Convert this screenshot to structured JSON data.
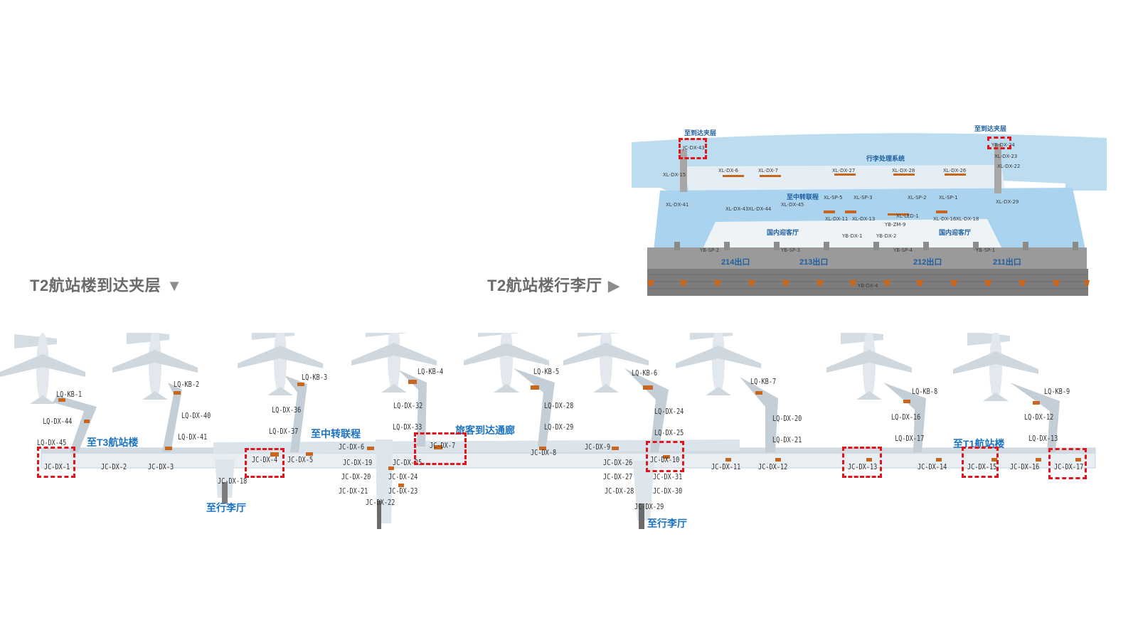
{
  "titles": {
    "arrival_mezzanine": "T2航站楼到达夹层",
    "baggage_hall": "T2航站楼行李厅",
    "arrow_down": "▼",
    "arrow_right": "▶"
  },
  "colors": {
    "highlight": "#e1151b",
    "accent_blue": "#1b73c2",
    "corridor": "#e9eef2",
    "baggage_floor": "#bfdff2",
    "orange_marker": "#c8661e"
  },
  "baggage_hall": {
    "top_labels": [
      "至到达夹层",
      "至到达夹层"
    ],
    "system_label": "行李处理系统",
    "transfer_label": "至中转联程",
    "domestic_waiting": [
      "国内迎客厅",
      "国内迎客厅"
    ],
    "exits": [
      "214出口",
      "213出口",
      "212出口",
      "211出口"
    ],
    "codes": [
      "JC-DX-43",
      "YB-DX-24",
      "XL-DX-23",
      "XL-DX-22",
      "XL-DX-15",
      "XL-DX-6",
      "XL-DX-7",
      "XL-DX-27",
      "XL-DX-28",
      "XL-DX-26",
      "XL-SP-5",
      "XL-SP-3",
      "XL-SP-2",
      "XL-SP-1",
      "XL-DX-29",
      "XL-DX-41",
      "XL-DX-43",
      "XL-DX-44",
      "XL-DX-45",
      "XL-DX-11",
      "XL-DX-13",
      "XL-LED-1",
      "XL-DX-16",
      "XL-DX-18",
      "YB-ZM-9",
      "YB-DX-1",
      "YB-DX-2",
      "YB-SP-2",
      "YB-SP-3",
      "YB-SP-4",
      "YB-SP-1",
      "YB-DX-4"
    ]
  },
  "mezzanine": {
    "labels": {
      "to_t3": "至T3航站楼",
      "to_transfer": "至中转联程",
      "arrival_corridor": "旅客到达通廊",
      "to_t1": "至T1航站楼",
      "to_baggage_1": "至行李厅",
      "to_baggage_2": "至行李厅"
    },
    "kb_labels": [
      "LQ-KB-1",
      "LQ-KB-2",
      "LQ-KB-3",
      "LQ-KB-4",
      "LQ-KB-5",
      "LQ-KB-6",
      "LQ-KB-7",
      "LQ-KB-8",
      "LQ-KB-9"
    ],
    "dx_labels": [
      "LQ-DX-44",
      "LQ-DX-45",
      "LQ-DX-40",
      "LQ-DX-41",
      "LQ-DX-36",
      "LQ-DX-37",
      "LQ-DX-32",
      "LQ-DX-33",
      "LQ-DX-28",
      "LQ-DX-29",
      "LQ-DX-24",
      "LQ-DX-25",
      "LQ-DX-20",
      "LQ-DX-21",
      "LQ-DX-16",
      "LQ-DX-17",
      "LQ-DX-12",
      "LQ-DX-13"
    ],
    "jc_labels": [
      "JC-DX-1",
      "JC-DX-2",
      "JC-DX-3",
      "JC-DX-4",
      "JC-DX-5",
      "JC-DX-18",
      "JC-DX-6",
      "JC-DX-19",
      "JC-DX-20",
      "JC-DX-21",
      "JC-DX-22",
      "JC-DX-23",
      "JC-DX-24",
      "JC-DX-25",
      "JC-DX-7",
      "JC-DX-8",
      "JC-DX-9",
      "JC-DX-26",
      "JC-DX-27",
      "JC-DX-28",
      "JC-DX-29",
      "JC-DX-10",
      "JC-DX-30",
      "JC-DX-31",
      "JC-DX-11",
      "JC-DX-12",
      "JC-DX-13",
      "JC-DX-14",
      "JC-DX-15",
      "JC-DX-16",
      "JC-DX-17"
    ],
    "highlighted": [
      "JC-DX-1",
      "JC-DX-4",
      "JC-DX-7",
      "JC-DX-10",
      "JC-DX-13",
      "JC-DX-15",
      "JC-DX-17"
    ]
  }
}
